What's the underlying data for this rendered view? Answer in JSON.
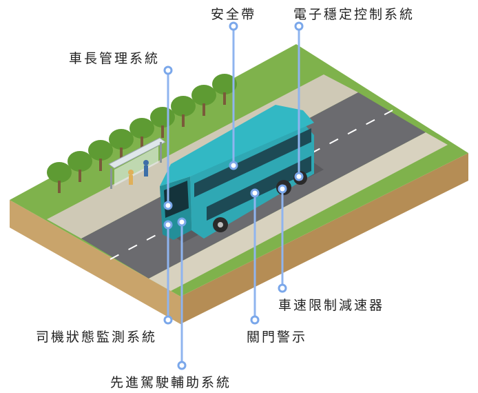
{
  "labels": {
    "seatbelt": "安全帶",
    "esc": "電子穩定控制系統",
    "fleet_mgmt": "車長管理系統",
    "speed_limiter": "車速限制減速器",
    "driver_monitor": "司機狀態監測系統",
    "door_warning": "關門警示",
    "adas": "先進駕駛輔助系統"
  },
  "colors": {
    "callout": "#8fb4ef",
    "callout_dot": "#7aa7ea",
    "bus_body": "#2fa8b4",
    "bus_roof": "#32b8c4",
    "road": "#6b6b6f",
    "sidewalk": "#cfc9b6",
    "grass": "#7fb24c",
    "earth": "#c9a46b",
    "tree": "#5e9b33"
  }
}
